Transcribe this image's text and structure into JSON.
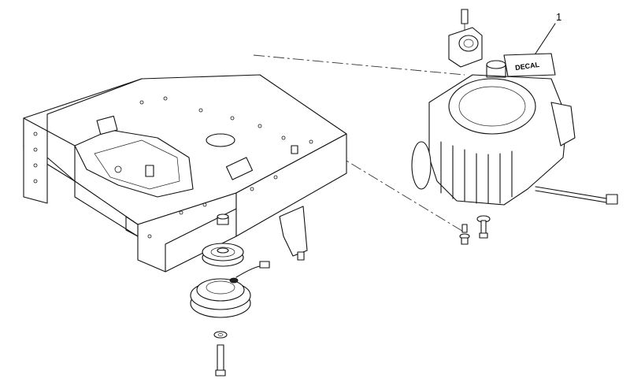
{
  "diagram": {
    "callouts": [
      {
        "label": "1",
        "part": "engine"
      }
    ],
    "decal_text": "DECAL"
  }
}
